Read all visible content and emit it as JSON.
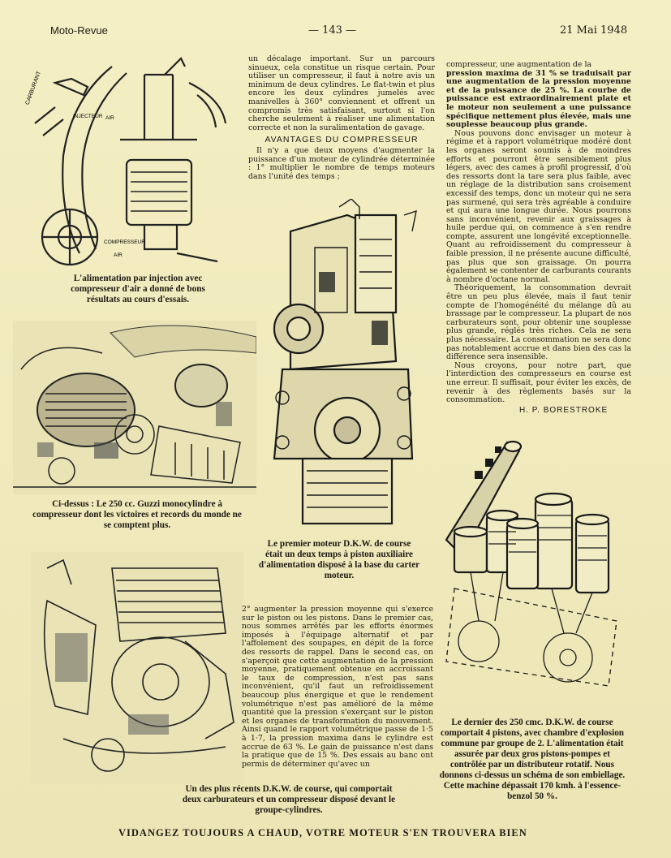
{
  "header": {
    "magazine": "Moto-Revue",
    "page_number": "— 143 —",
    "date": "21 Mai 1948"
  },
  "figures": {
    "injection_diagram": {
      "labels": [
        "CARBURANT",
        "INJECTEUR",
        "AIR",
        "COMPRESSEUR",
        "AIR"
      ]
    }
  },
  "captions": {
    "injection": "L'alimentation par injection avec compresseur d'air a donné de bons résultats au cours d'essais.",
    "guzzi": "Ci-dessus : Le 250 cc. Guzzi monocylindre à compresseur dont les victoires et records du monde ne se comptent plus.",
    "dkw_first": "Le premier moteur D.K.W. de course était un deux temps à piston auxiliaire d'alimentation disposé à la base du carter moteur.",
    "dkw_recent": "Un des plus récents D.K.W. de course, qui comportait deux carburateurs et un compresseur disposé devant le groupe-cylindres.",
    "dkw_four_piston": "Le dernier des 250 cmc. D.K.W. de course comportait 4 pistons, avec chambre d'explosion commune par groupe de 2. L'alimentation était assurée par deux gros pistons-pompes et contrôlée par un distributeur rotatif. Nous donnons ci-dessus un schéma de son embiellage. Cette machine dépassait 170 kmh. à l'essence-benzol 50 %."
  },
  "article": {
    "col1_intro": "un décalage important. Sur un parcours sinueux, cela constitue un risque certain. Pour utiliser un compresseur, il faut à notre avis un minimum de deux cylindres. Le flat-twin et plus encore les deux cylindres jumelés avec manivelles à 360° conviennent et offrent un compromis très satisfaisant, surtout si l'on cherche seulement à réaliser une alimentation correcte et non la suralimentation de gavage.",
    "section_title": "AVANTAGES DU COMPRESSEUR",
    "col1_section": "Il n'y a que deux moyens d'augmenter la puissance d'un moteur de cylindrée déterminée : 1° multiplier le nombre de temps moteurs dans l'unité des temps ;",
    "col_mid": "2° augmenter la pression moyenne qui s'exerce sur le piston ou les pistons. Dans le premier cas, nous sommes arrêtés par les efforts énormes imposés à l'équipage alternatif et par l'affolement des soupapes, en dépit de la force des ressorts de rappel. Dans le second cas, on s'aperçoit que cette augmentation de la pression moyenne, pratiquement obtenue en accroissant le taux de compression, n'est pas sans inconvénient, qu'il faut un refroidissement beaucoup plus énergique et que le rendement volumétrique n'est pas amélioré de la même quantité que la pression s'exerçant sur le piston et les organes de transformation du mouvement. Ainsi quand le rapport volumétrique passe de 1·5 à 1·7, la pression maxima dans le cylindre est accrue de 63 %. Le gain de puissance n'est dans la pratique que de 15 %. Des essais au banc ont permis de déterminer qu'avec un",
    "col3_a": "compresseur, une augmentation de la",
    "col3_b": "pression maxima de 31 % se traduisait par une augmentation de la pression moyenne et de la puissance de 25 %. La courbe de puissance est extraordinairement plate et le moteur non seulement a une puissance spécifique nettement plus élevée, mais une souplesse beaucoup plus grande.",
    "col3_c": "Nous pouvons donc envisager un moteur à régime et à rapport volumétrique modéré dont les organes seront soumis à de moindres efforts et pourront être sensiblement plus légers, avec des cames à profil progressif, d'où des ressorts dont la tare sera plus faible, avec un réglage de la distribution sans croisement excessif des temps, donc un moteur qui ne sera pas surmené, qui sera très agréable à conduire et qui aura une longue durée. Nous pourrons sans inconvénient, revenir aux graissages à huile perdue qui, on commence à s'en rendre compte, assurent une longévité exceptionnelle. Quant au refroidissement du compresseur à faible pression, il ne présente aucune difficulté, pas plus que son graissage. On pourra également se contenter de carburants courants à nombre d'octane normal.",
    "col3_d": "Théoriquement, la consommation devrait être un peu plus élevée, mais il faut tenir compte de l'homogénéité du mélange dû au brassage par le compresseur. La plupart de nos carburateurs sont, pour obtenir une souplesse plus grande, réglés très riches. Cela ne sera plus nécessaire. La consommation ne sera donc pas notablement accrue et dans bien des cas la différence sera insensible.",
    "col3_e": "Nous croyons, pour notre part, que l'interdiction des compresseurs en course est une erreur. Il suffisait, pour éviter les excès, de revenir à des règlements basés sur la consommation.",
    "signature": "H. P. BORESTROKE"
  },
  "footer": "VIDANGEZ TOUJOURS A CHAUD, VOTRE MOTEUR S'EN TROUVERA BIEN"
}
